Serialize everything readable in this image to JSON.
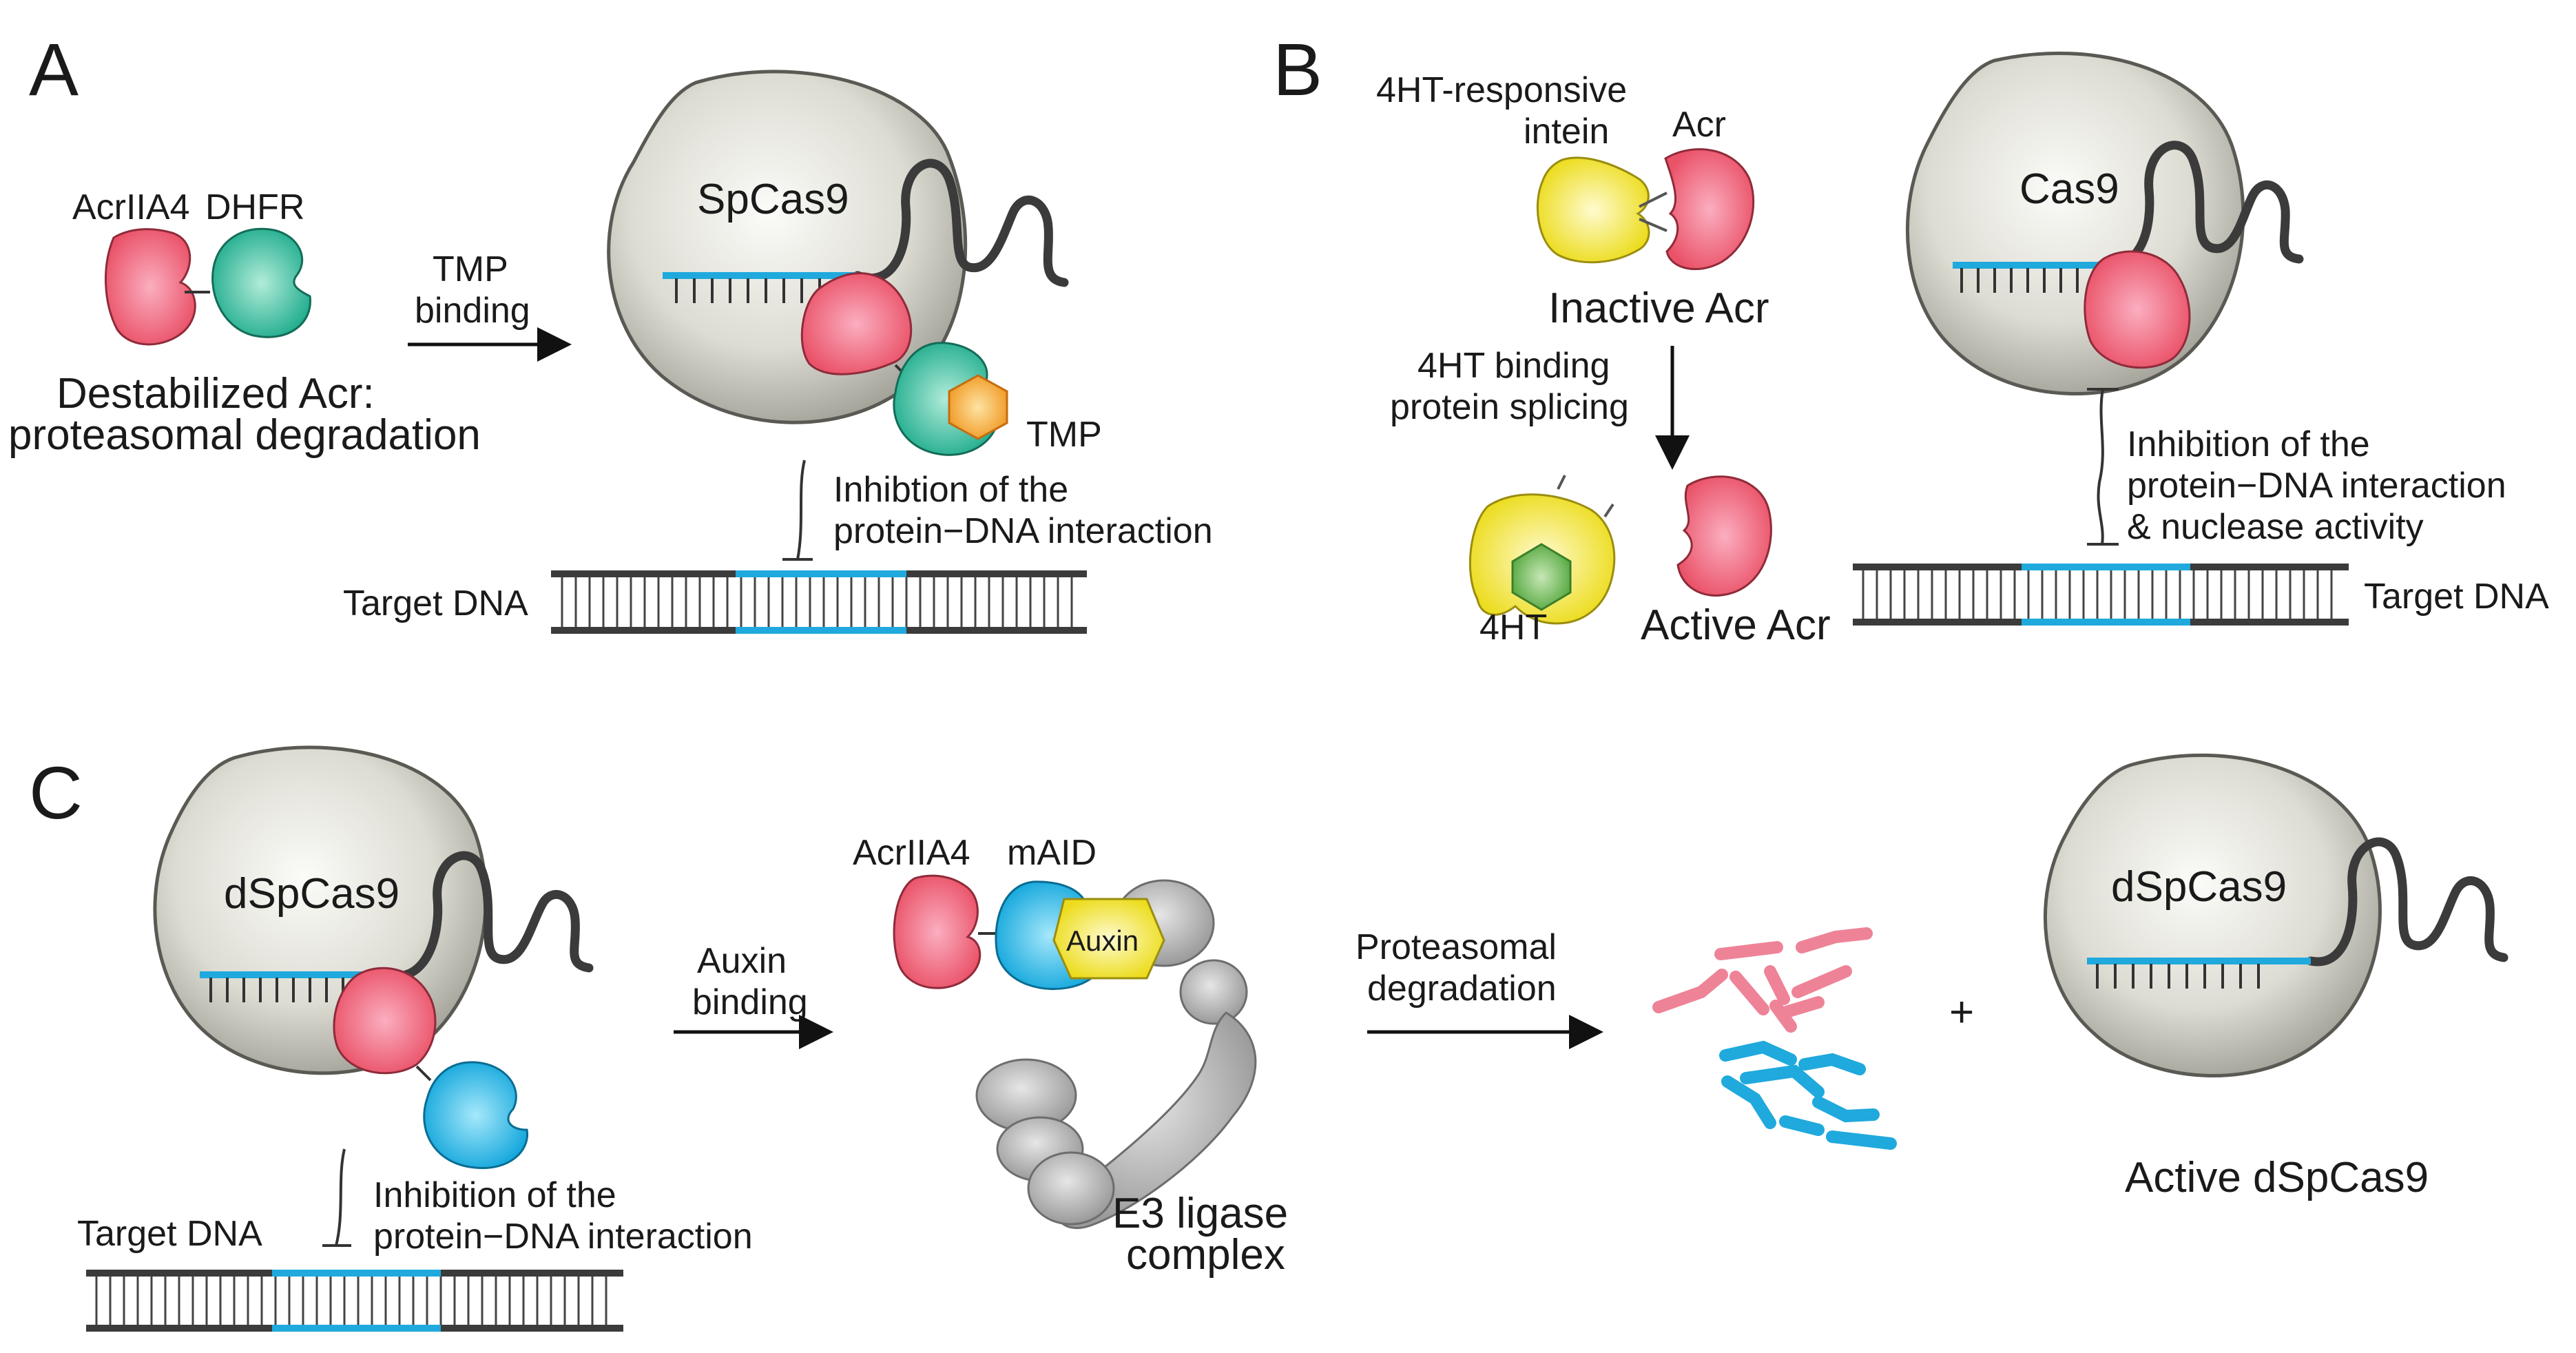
{
  "panelA": {
    "panel_label": "A",
    "acr_label": "AcrIIA4",
    "dhfr_label": "DHFR",
    "destabilized_line1": "Destabilized Acr:",
    "destabilized_line2": "proteasomal degradation",
    "arrow_line1": "TMP",
    "arrow_line2": "binding",
    "cas9_label": "SpCas9",
    "tmp_label": "TMP",
    "inhibition_line1": "Inhibtion of the",
    "inhibition_line2": "protein−DNA interaction",
    "dna_label": "Target DNA"
  },
  "panelB": {
    "panel_label": "B",
    "intein_line1": "4HT-responsive",
    "intein_line2": "intein",
    "acr_label": "Acr",
    "inactive_label": "Inactive Acr",
    "arrow_line1": "4HT binding",
    "arrow_line2": "protein splicing",
    "fourht_label": "4HT",
    "active_label": "Active Acr",
    "cas9_label": "Cas9",
    "inhibition_line1": "Inhibition of the",
    "inhibition_line2": "protein−DNA interaction",
    "inhibition_line3": "& nuclease activity",
    "dna_label": "Target DNA"
  },
  "panelC": {
    "panel_label": "C",
    "cas9_label": "dSpCas9",
    "inhibition_line1": "Inhibition of the",
    "inhibition_line2": "protein−DNA interaction",
    "dna_label": "Target DNA",
    "arrow1_line1": "Auxin",
    "arrow1_line2": "binding",
    "acr_label": "AcrIIA4",
    "maid_label": "mAID",
    "auxin_label": "Auxin",
    "e3_line1": "E3 ligase",
    "e3_line2": "complex",
    "arrow2_line1": "Proteasomal",
    "arrow2_line2": "degradation",
    "plus": "+",
    "cas9b_label": "dSpCas9",
    "active_label": "Active dSpCas9"
  },
  "colors": {
    "acr_pink": "#ec5870",
    "dhfr_teal": "#27b496",
    "tmp_orange": "#f3a02d",
    "intein_yellow": "#efe22a",
    "ht_green": "#5fb049",
    "maid_blue": "#19aee0",
    "guide_blue": "#1fa9dd",
    "cas9_gray": "#d9d8d0",
    "e3_gray": "#a9a9a9"
  }
}
